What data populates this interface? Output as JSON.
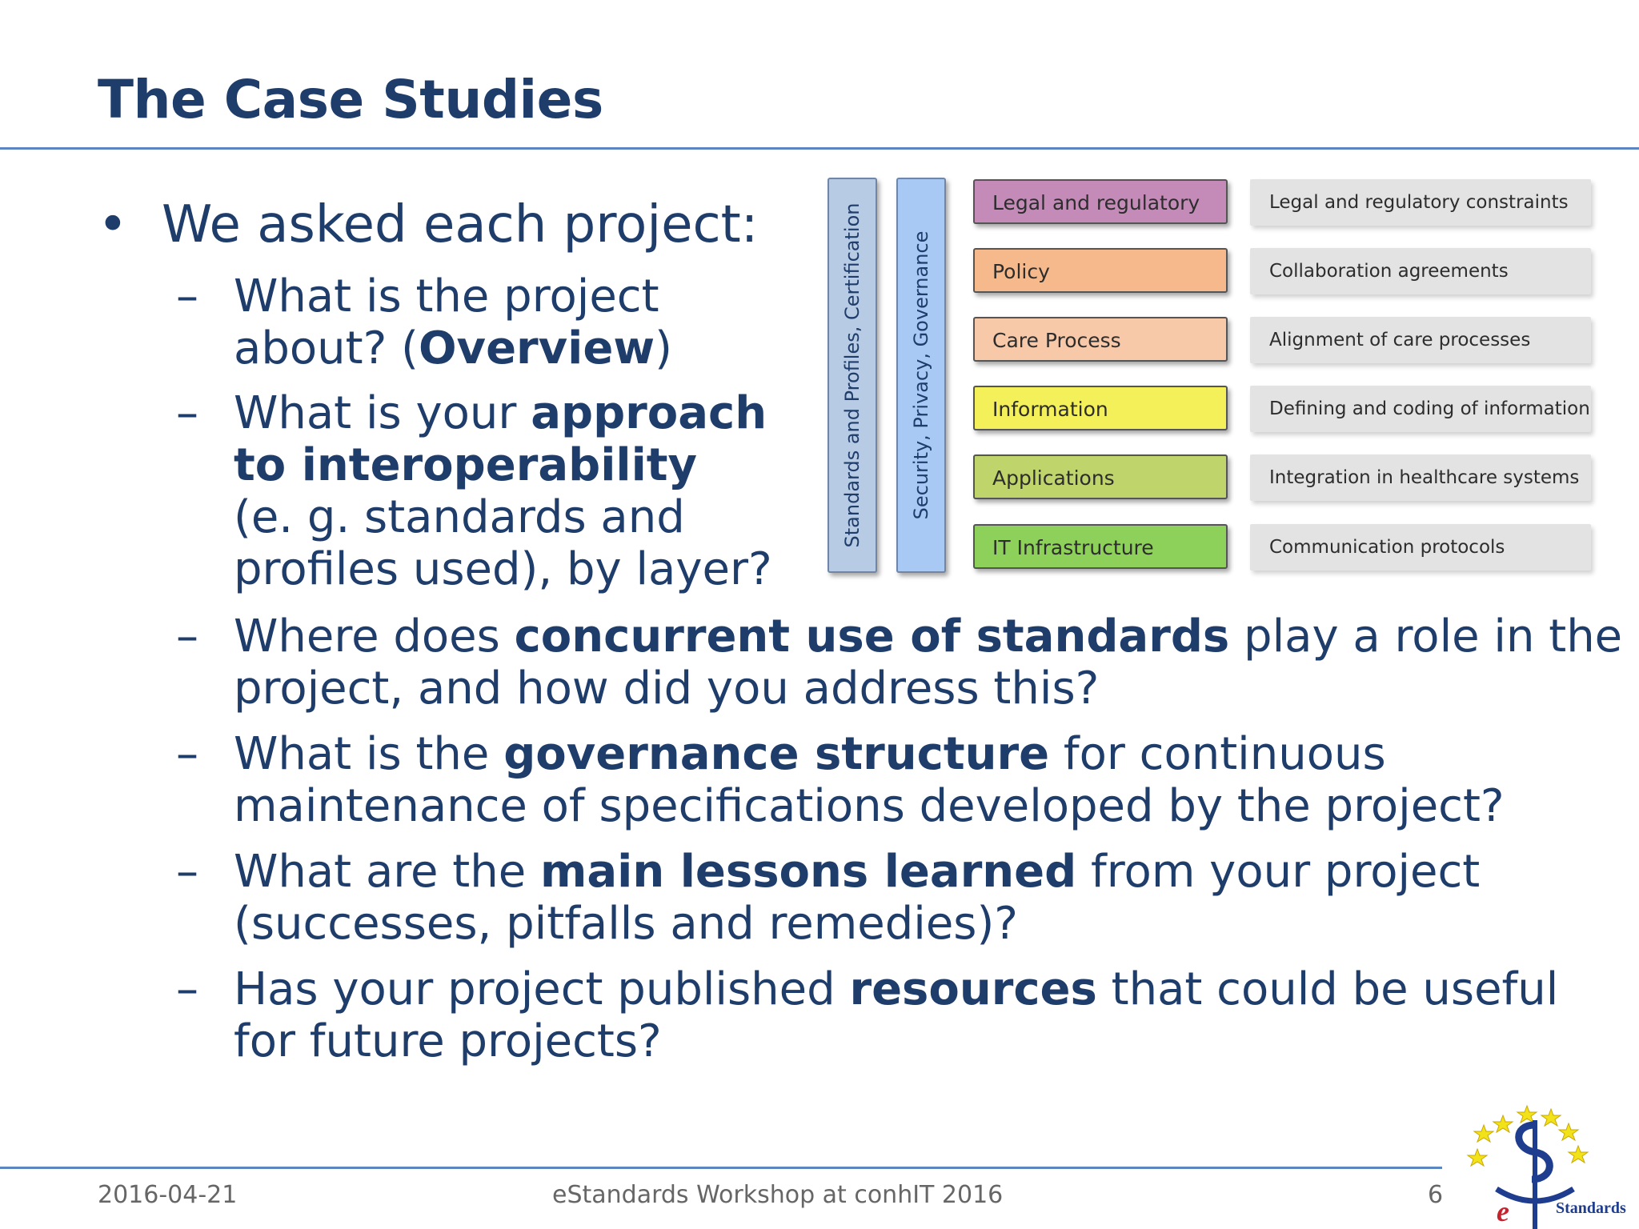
{
  "title": "The Case Studies",
  "main_bullet": "We asked each project:",
  "bullet_symbol": "•",
  "dash_symbol": "–",
  "questions": {
    "q1": {
      "line1": "What is the project",
      "line2_a": "about? (",
      "line2_b": "Overview",
      "line2_c": ")"
    },
    "q2": {
      "line1_a": "What is your ",
      "line1_b": "approach",
      "line2": "to interoperability",
      "line3": "(e. g. standards and",
      "line4": "profiles used), by layer?"
    },
    "q3": {
      "line1_a": "Where does ",
      "line1_b": "concurrent use of standards",
      "line1_c": " play a role in the",
      "line2": "project, and how did you address this?"
    },
    "q4": {
      "line1_a": "What is the ",
      "line1_b": "governance structure",
      "line1_c": " for continuous",
      "line2": "maintenance of specifications developed by the project?"
    },
    "q5": {
      "line1_a": "What are the ",
      "line1_b": "main lessons learned",
      "line1_c": " from your project",
      "line2": "(successes, pitfalls and remedies)?"
    },
    "q6": {
      "line1_a": "Has your project published ",
      "line1_b": "resources",
      "line1_c": " that could be useful",
      "line2": "for future projects?"
    }
  },
  "diagram": {
    "vertical_bars": [
      {
        "label": "Standards  and Profiles, Certification",
        "color": "#b8cbe4"
      },
      {
        "label": "Security, Privacy, Governance",
        "color": "#a9c9f5"
      }
    ],
    "layers": [
      {
        "label": "Legal and regulatory",
        "color": "#c48bb9",
        "description": "Legal  and regulatory constraints"
      },
      {
        "label": "Policy",
        "color": "#f5b98c",
        "description": "Collaboration agreements"
      },
      {
        "label": "Care Process",
        "color": "#f7c9a9",
        "description": "Alignment of care processes"
      },
      {
        "label": "Information",
        "color": "#f4f05a",
        "description": "Defining and coding of information"
      },
      {
        "label": "Applications",
        "color": "#bfd56c",
        "description": "Integration in healthcare systems"
      },
      {
        "label": "IT Infrastructure",
        "color": "#8dd15a",
        "description": "Communication protocols"
      }
    ]
  },
  "footer": {
    "date": "2016-04-21",
    "event": "eStandards Workshop at conhIT 2016",
    "page": "6"
  },
  "logo": {
    "text_e": "e",
    "text_standards": "Standards",
    "icon": "estandards-logo"
  },
  "colors": {
    "title": "#1f3d6b",
    "rule": "#5b86c2"
  }
}
